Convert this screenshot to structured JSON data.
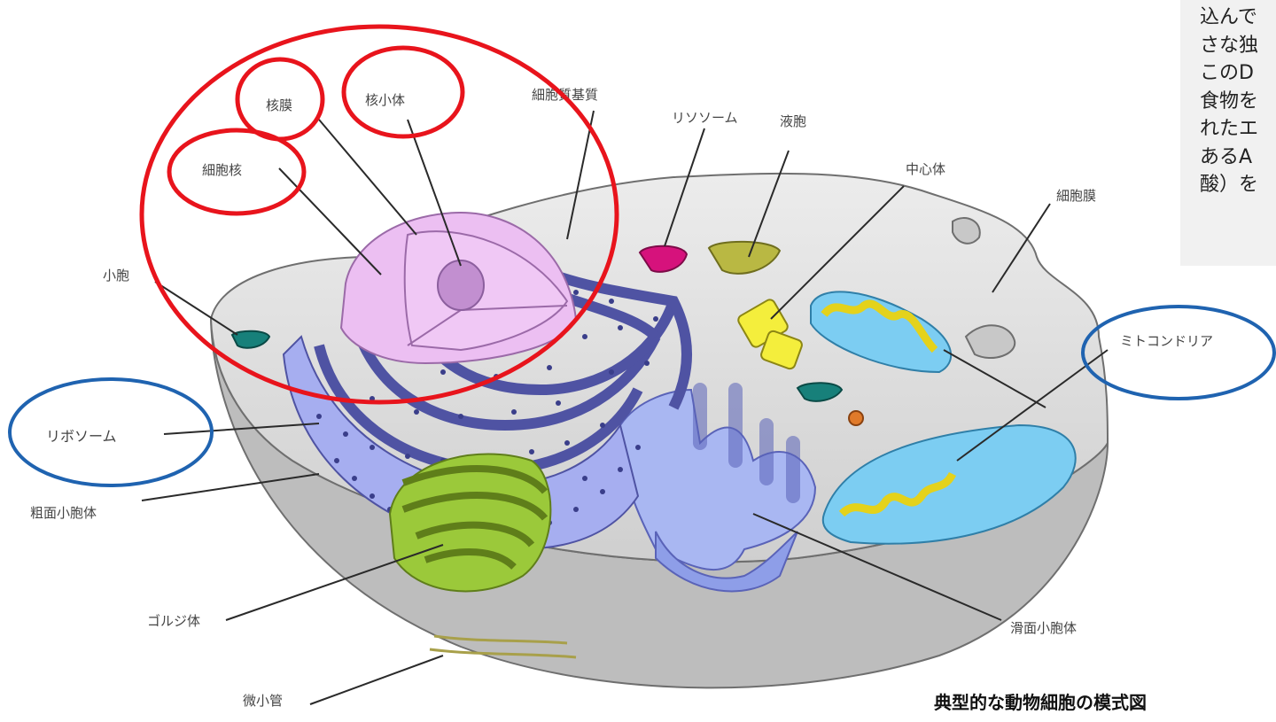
{
  "labels": {
    "nuclear_membrane": "核膜",
    "nucleolus": "核小体",
    "cytoplasm": "細胞質基質",
    "lysosome": "リソソーム",
    "vacuole": "液胞",
    "centrosome": "中心体",
    "cell_membrane": "細胞膜",
    "nucleus": "細胞核",
    "vesicle": "小胞",
    "mitochondria": "ミトコンドリア",
    "ribosome": "リボソーム",
    "rough_er": "粗面小胞体",
    "golgi": "ゴルジ体",
    "smooth_er": "滑面小胞体",
    "microtubule": "微小管"
  },
  "caption": "典型的な動物細胞の模式図",
  "note_lines": [
    "込んで",
    "さな独",
    "このD",
    "食物を",
    "れたエ",
    "あるA",
    "酸）を"
  ],
  "colors": {
    "red_highlight": "#e8141c",
    "blue_highlight": "#1f63b0",
    "cell_fill": "#c9c9c9",
    "nucleus": "#e9b5ef",
    "er": "#5a5ea8",
    "golgi": "#9ccc38",
    "mitochondria": "#76c7ee"
  }
}
